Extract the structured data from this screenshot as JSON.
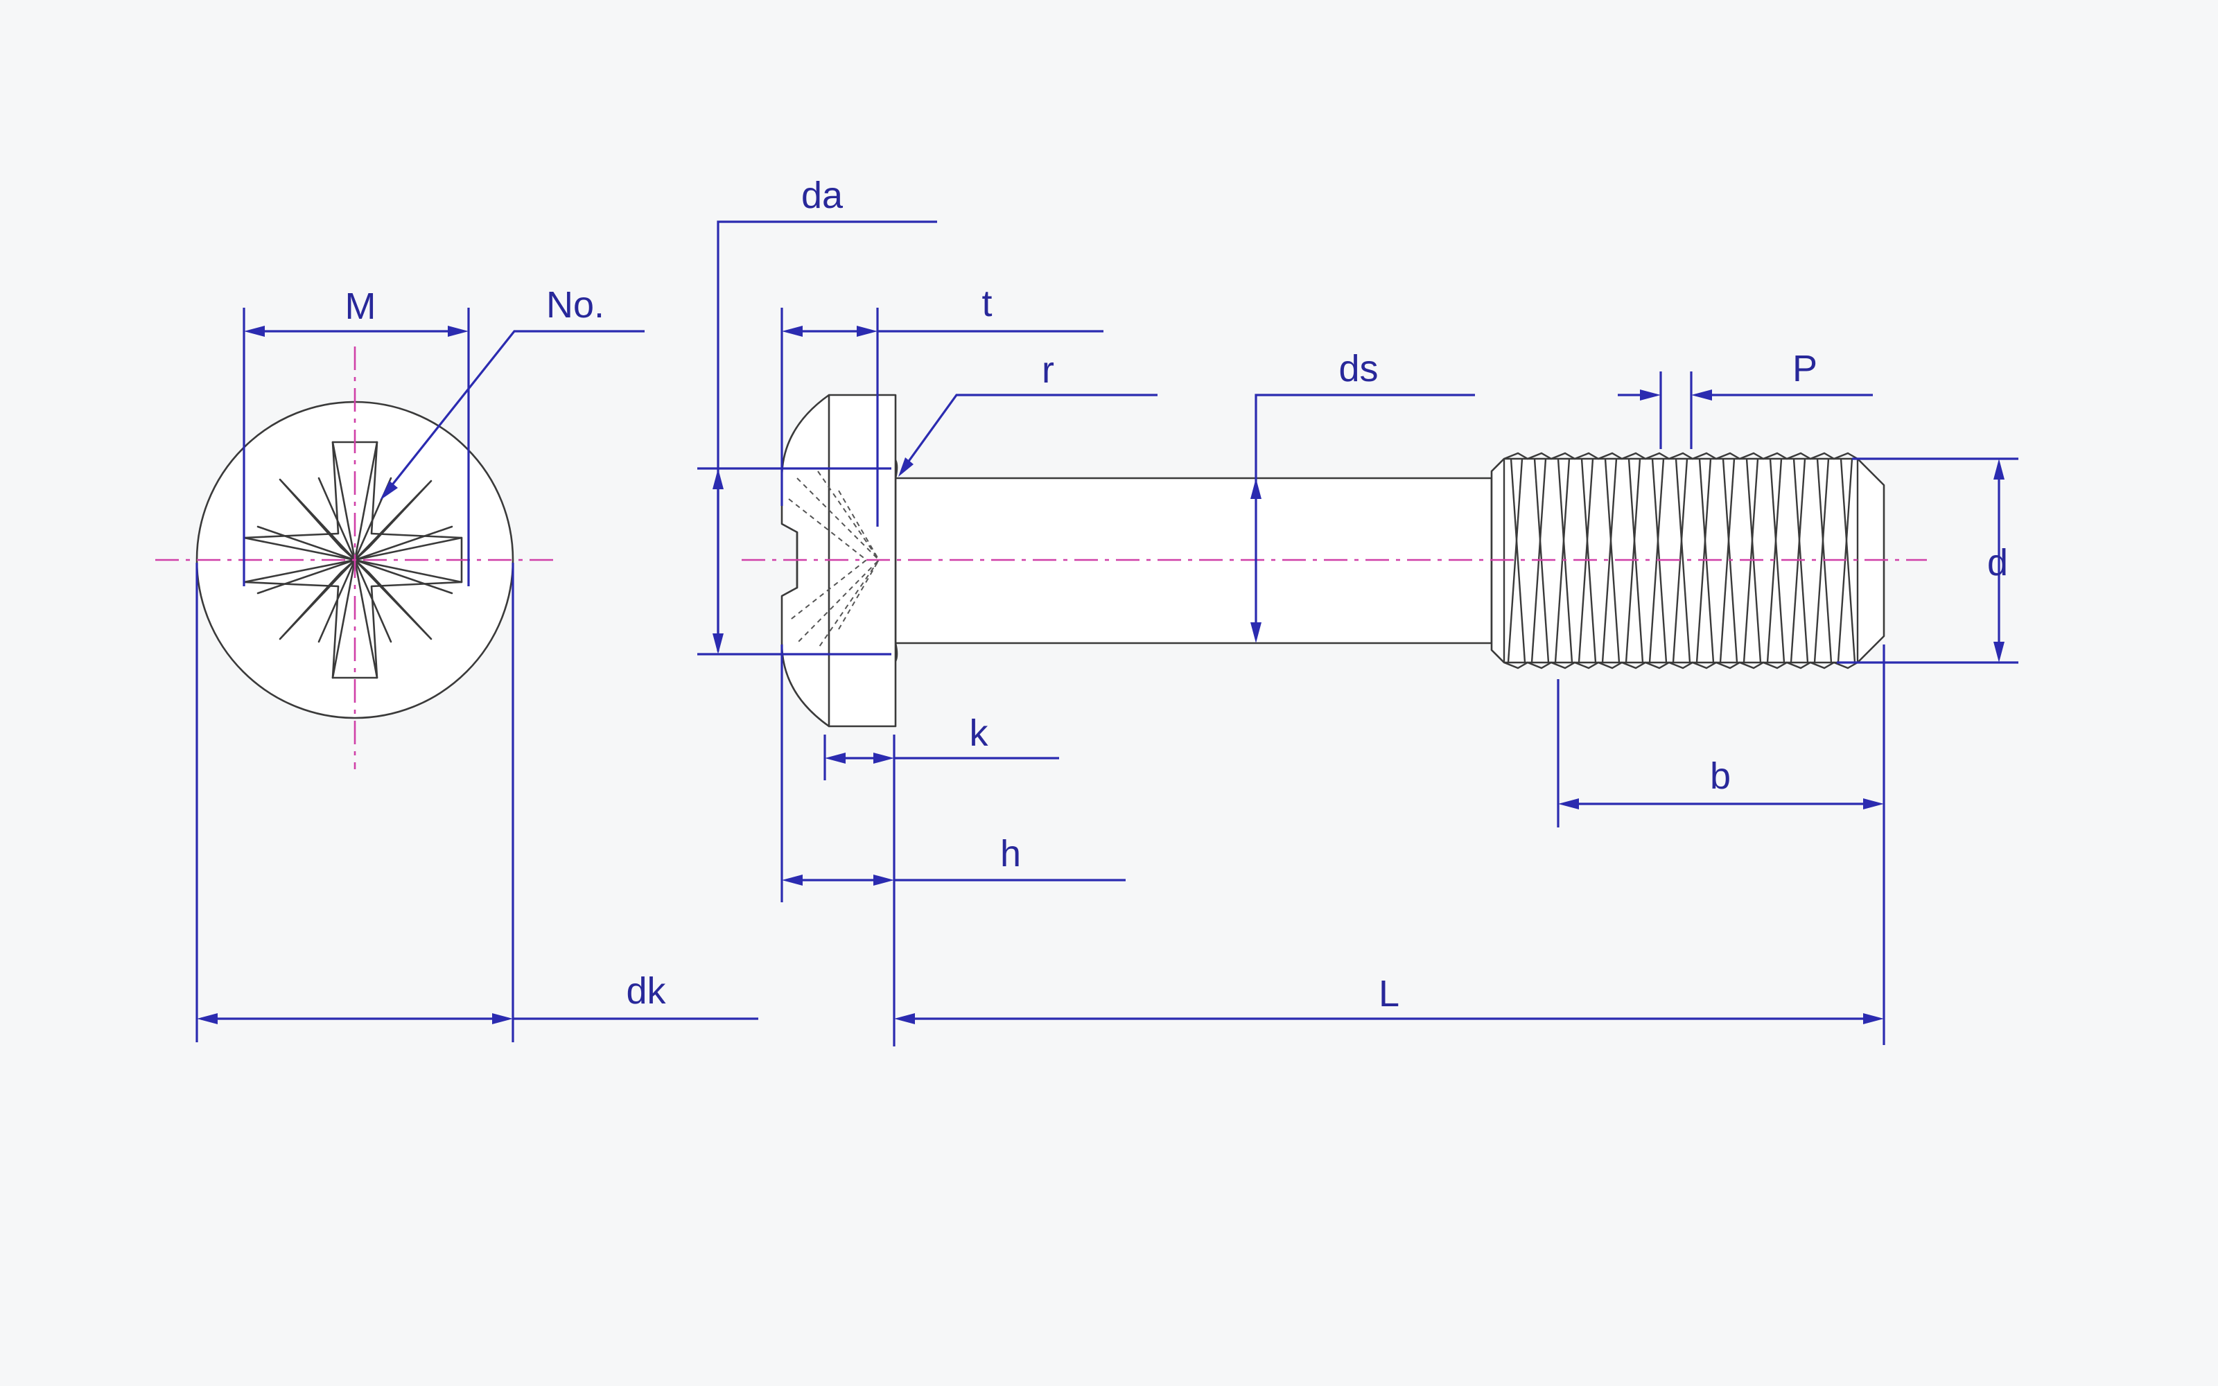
{
  "labels": {
    "M": "M",
    "No": "No.",
    "dk": "dk",
    "da": "da",
    "t": "t",
    "r": "r",
    "k": "k",
    "h": "h",
    "ds": "ds",
    "P": "P",
    "d": "d",
    "b": "b",
    "L": "L"
  },
  "colors": {
    "dimension": "#2b2bb0",
    "label": "#28289a",
    "centerline": "#d040a8",
    "part": "#3a3a3a",
    "background": "#f6f7f8"
  }
}
